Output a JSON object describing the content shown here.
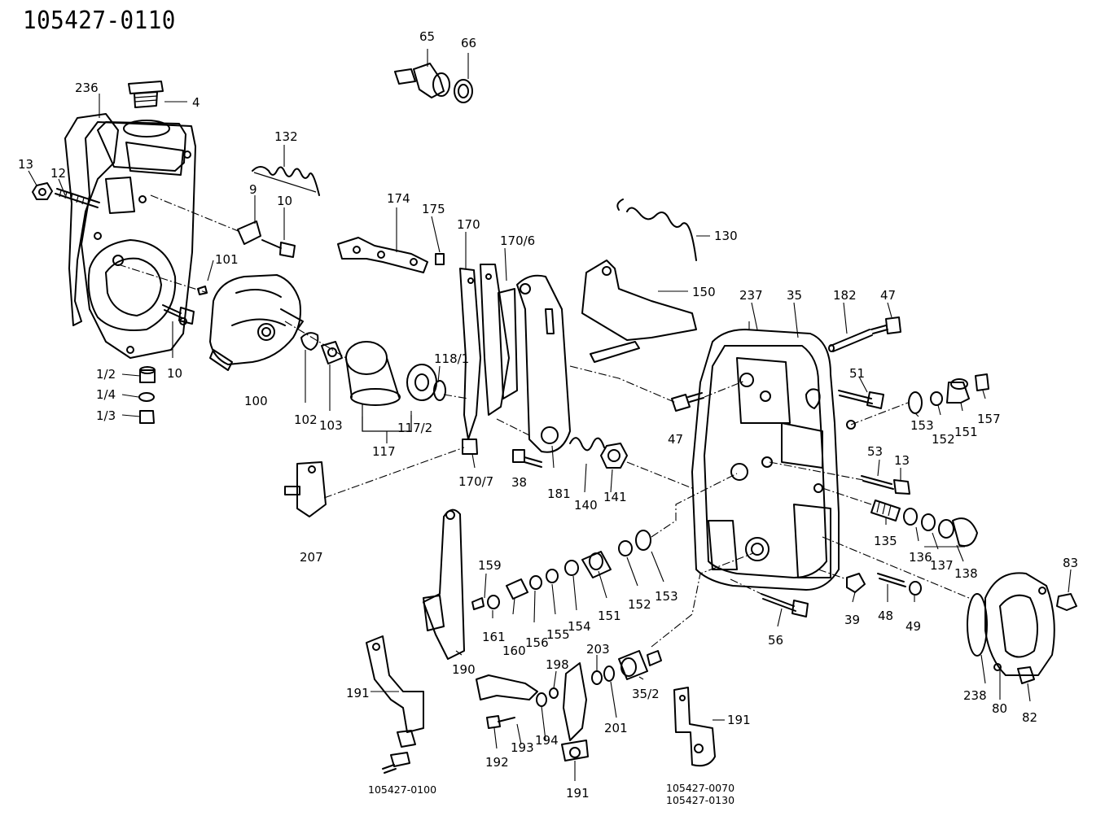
{
  "title": "105427-0110",
  "labels": {
    "l65": "65",
    "l66": "66",
    "l236": "236",
    "l4": "4",
    "l13a": "13",
    "l12": "12",
    "l132": "132",
    "l9": "9",
    "l10a": "10",
    "l174": "174",
    "l175": "175",
    "l170": "170",
    "l170_6": "170/6",
    "l130": "130",
    "l101": "101",
    "l150": "150",
    "l237": "237",
    "l35": "35",
    "l182": "182",
    "l47a": "47",
    "l118_1": "118/1",
    "l1_2": "1/2",
    "l1_4": "1/4",
    "l1_3": "1/3",
    "l10b": "10",
    "l100": "100",
    "l102": "102",
    "l103": "103",
    "l117_2": "117/2",
    "l117": "117",
    "l51": "51",
    "l47b": "47",
    "l153a": "153",
    "l152a": "152",
    "l151a": "151",
    "l157": "157",
    "l170_7": "170/7",
    "l38": "38",
    "l181": "181",
    "l140": "140",
    "l141": "141",
    "l53": "53",
    "l13b": "13",
    "l207": "207",
    "l135": "135",
    "l136": "136",
    "l137": "137",
    "l138": "138",
    "l83": "83",
    "l159": "159",
    "l161": "161",
    "l160": "160",
    "l156": "156",
    "l155": "155",
    "l154": "154",
    "l151b": "151",
    "l152b": "152",
    "l153b": "153",
    "l39": "39",
    "l48": "48",
    "l49": "49",
    "l56": "56",
    "l190": "190",
    "l238": "238",
    "l80": "80",
    "l82": "82",
    "l203": "203",
    "l198": "198",
    "l191a": "191",
    "l35_2": "35/2",
    "l191b": "191",
    "l201": "201",
    "l192": "192",
    "l193": "193",
    "l194": "194",
    "l191c": "191"
  },
  "captions": {
    "c1": "105427-0100",
    "c2": "105427-0070",
    "c3": "105427-0130"
  }
}
